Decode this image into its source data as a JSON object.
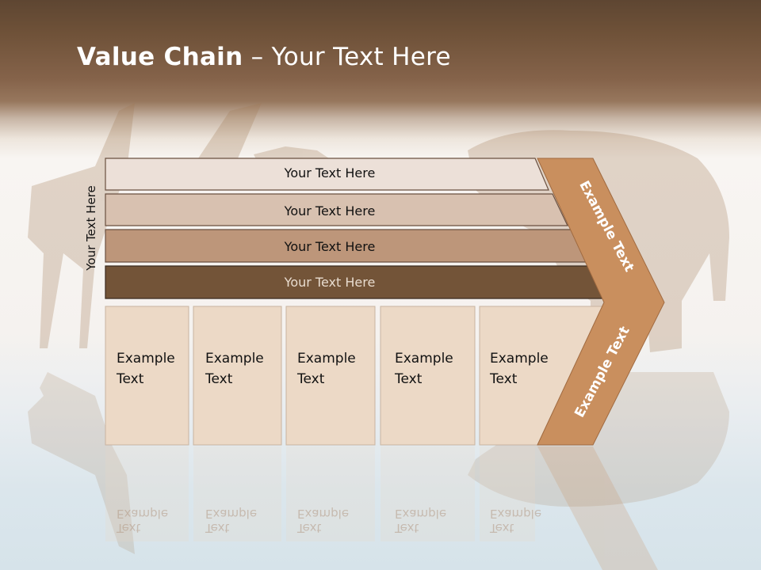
{
  "title": {
    "bold": "Value Chain",
    "rest": " – Your Text Here"
  },
  "side_label": "Your Text Here",
  "rows": [
    {
      "label": "Your Text Here"
    },
    {
      "label": "Your Text Here"
    },
    {
      "label": "Your Text Here"
    },
    {
      "label": "Your Text Here"
    }
  ],
  "boxes": [
    {
      "line1": "Example",
      "line2": "Text"
    },
    {
      "line1": "Example",
      "line2": "Text"
    },
    {
      "line1": "Example",
      "line2": "Text"
    },
    {
      "line1": "Example",
      "line2": "Text"
    },
    {
      "line1": "Example",
      "line2": "Text"
    }
  ],
  "chevron_top_text": "Example Text",
  "chevron_bottom_text": "Example Text",
  "colors": {
    "row1": "#ece0d8",
    "row2": "#d8c1b0",
    "row3": "#bd967a",
    "row4": "#735438",
    "box": "#ecd9c6",
    "chevron": "#c98f5e"
  }
}
